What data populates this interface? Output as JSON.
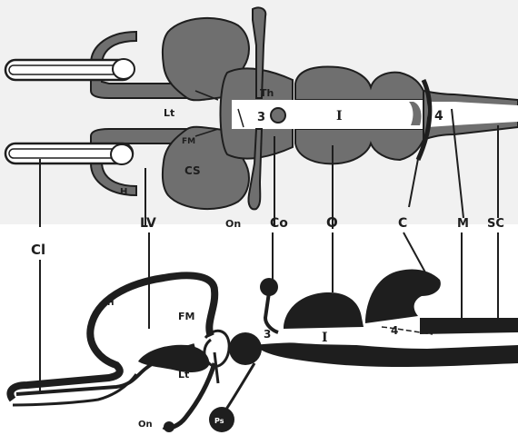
{
  "figure": {
    "top_panel": {
      "labels": {
        "th": "Th",
        "lt": "Lt",
        "fm": "FM",
        "cs": "CS",
        "h": "H",
        "v3": "3",
        "v1": "I",
        "v4": "4"
      }
    },
    "bottom_panel": {
      "labels": {
        "h": "H",
        "fm": "FM",
        "lt": "Lt",
        "v3": "3",
        "v1": "I",
        "v4": "4",
        "on": "On",
        "ps": "Ps"
      }
    },
    "shared_labels": {
      "cl": "Cl",
      "lv": "LV",
      "on": "On",
      "co": "Co",
      "o": "O",
      "c": "C",
      "m": "M",
      "sc": "SC"
    },
    "colors": {
      "ink": "#1e1e1e",
      "dark_gray": "#6f6f6f",
      "paper_top": "#f1f1f1",
      "paper_bottom": "#ffffff"
    }
  }
}
